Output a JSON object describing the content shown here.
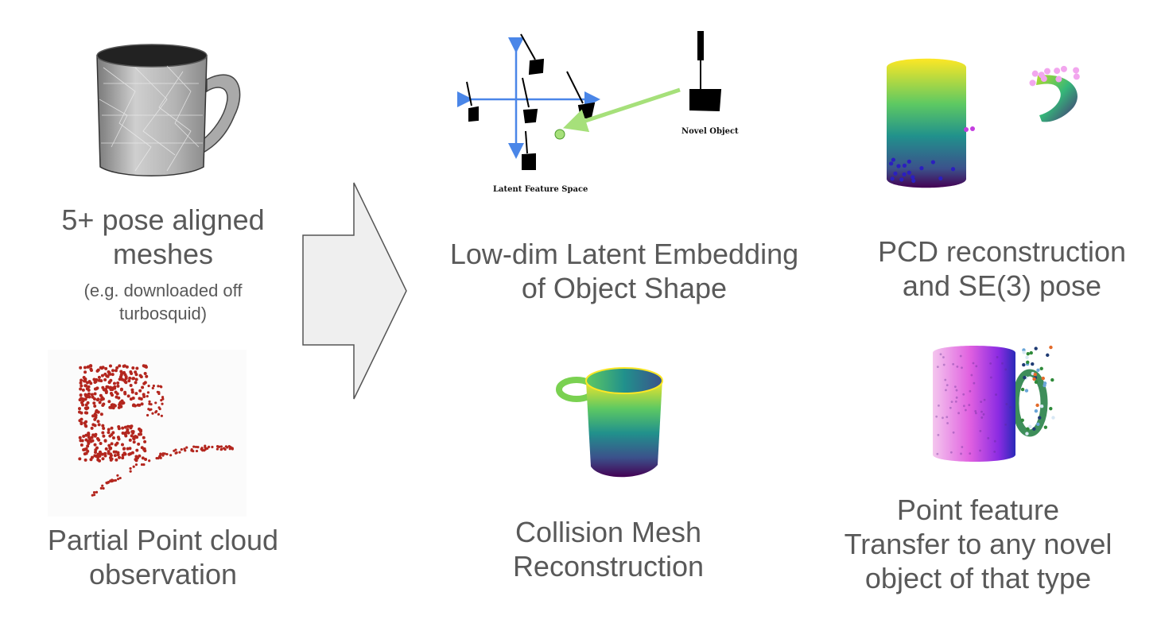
{
  "left": {
    "mesh_caption_line1": "5+ pose aligned",
    "mesh_caption_line2": "meshes",
    "mesh_note_line1": "(e.g. downloaded off",
    "mesh_note_line2": "turbosquid)",
    "pcd_caption_line1": "Partial Point cloud",
    "pcd_caption_line2": "observation"
  },
  "middle": {
    "latent_label": "Latent Feature Space",
    "novel_label": "Novel Object",
    "embedding_caption_line1": "Low-dim Latent Embedding",
    "embedding_caption_line2": "of Object Shape",
    "collision_caption_line1": "Collision Mesh",
    "collision_caption_line2": "Reconstruction"
  },
  "right": {
    "pcd_recon_line1": "PCD reconstruction",
    "pcd_recon_line2": "and SE(3) pose",
    "transfer_line1": "Point feature",
    "transfer_line2": "Transfer to any novel",
    "transfer_line3": "object of that type"
  },
  "colors": {
    "text": "#595959",
    "arrow_fill": "#efefef",
    "axis_blue": "#4a86e8",
    "novel_arrow_green": "#a6e07a",
    "point_red": "#b3261e"
  },
  "icons": [
    "mug-mesh-icon",
    "partial-pointcloud-icon",
    "flow-arrow-icon",
    "latent-space-plot",
    "viridis-mug-render",
    "pcd-reconstruction-render",
    "feature-transfer-mug-render"
  ]
}
